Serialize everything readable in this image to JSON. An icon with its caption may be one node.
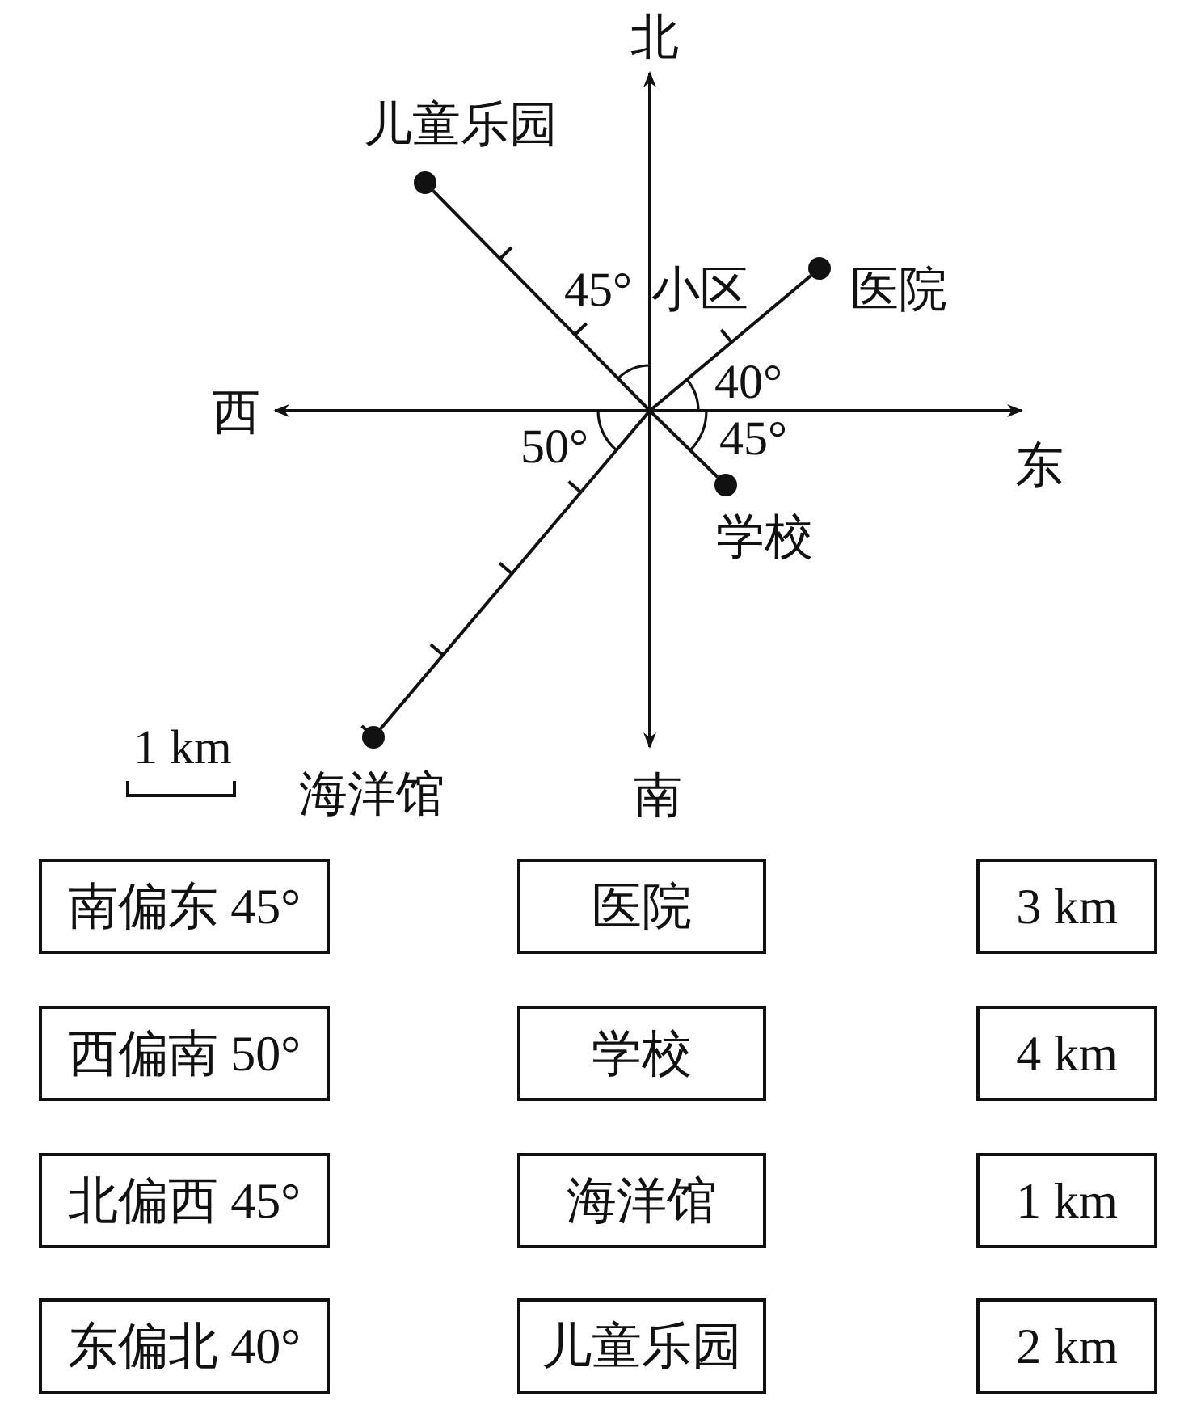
{
  "diagram": {
    "nodes": [
      {
        "text": [
          "儿童乐园"
        ]
      },
      {
        "text": [
          "医院"
        ]
      },
      {
        "text": [
          "学校"
        ]
      },
      {
        "text": [
          "海洋馆"
        ]
      },
      {
        "text": [
          "南偏东 45°"
        ]
      },
      {
        "text": [
          "医院"
        ]
      },
      {
        "text": [
          "3 km"
        ]
      },
      {
        "text": [
          "西偏南 50°"
        ]
      },
      {
        "text": [
          "学校"
        ]
      },
      {
        "text": [
          "4 km"
        ]
      },
      {
        "text": [
          "北偏西 45°"
        ]
      },
      {
        "text": [
          "海洋馆"
        ]
      },
      {
        "text": [
          "1 km"
        ]
      },
      {
        "text": [
          "东偏北 40°"
        ]
      },
      {
        "text": [
          "儿童乐园"
        ]
      },
      {
        "text": [
          "2 km"
        ]
      }
    ],
    "edges": [
      {
        "from": null,
        "to": 0,
        "arrow": "none"
      },
      {
        "from": null,
        "to": 1,
        "arrow": "none"
      },
      {
        "from": null,
        "to": 2,
        "arrow": "none"
      },
      {
        "from": null,
        "to": 3,
        "arrow": "none"
      }
    ],
    "labels": [
      "北",
      "45°",
      "小区",
      "西",
      "40°",
      "50°",
      "45°",
      "东",
      "1 km",
      "南"
    ]
  }
}
